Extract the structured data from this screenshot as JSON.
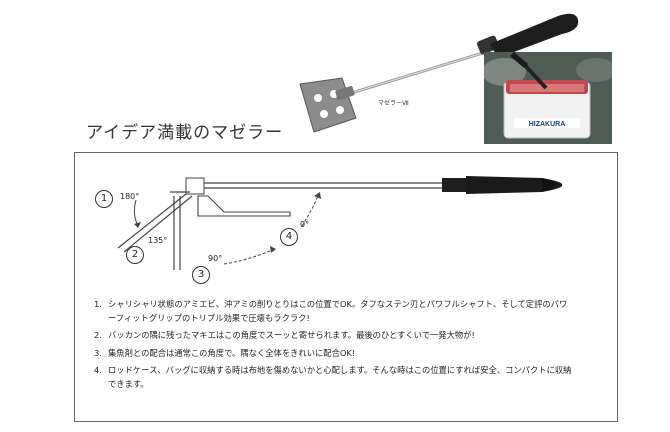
{
  "heading": "アイデア満載のマゼラー",
  "product_label": "マゼラーⅦ",
  "photo_brand": "HIZAKURA",
  "diagram": {
    "positions": [
      {
        "number": "1",
        "angle": "180°"
      },
      {
        "number": "2",
        "angle": "135°"
      },
      {
        "number": "3",
        "angle": "90°"
      },
      {
        "number": "4",
        "angle": "0°"
      }
    ]
  },
  "steps": [
    {
      "number": "1.",
      "text": "シャリシャリ状態のアミエビ、沖アミの削りとりはこの位置でOK。タフなステン刃とパワフルシャフト、そして定評のパワーフィットグリップのトリプル効果で圧壊もラクラク!"
    },
    {
      "number": "2.",
      "text": "バッカンの隅に残ったマキエはこの角度でスーッと寄せられます。最後のひとすくいで一発大物が!"
    },
    {
      "number": "3.",
      "text": "集魚剤との配合は通常この角度で。隅なく全体をきれいに配合OK!"
    },
    {
      "number": "4.",
      "text": "ロッドケース、バッグに収納する時は布地を傷めないかと心配します。そんな時はこの位置にすれば安全、コンパクトに収納できます。"
    }
  ]
}
